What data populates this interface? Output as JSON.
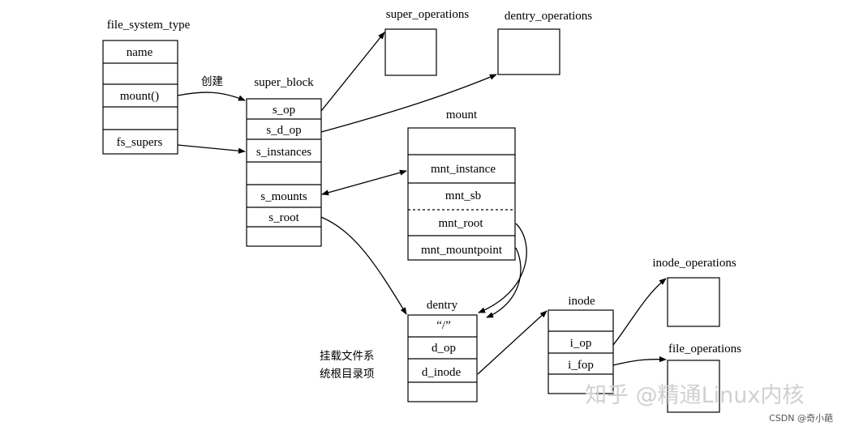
{
  "structs": {
    "file_system_type": {
      "title": "file_system_type",
      "rows": [
        "name",
        "",
        "mount()",
        "",
        "fs_supers"
      ]
    },
    "super_block": {
      "title": "super_block",
      "rows": [
        "s_op",
        "s_d_op",
        "s_instances",
        "",
        "s_mounts",
        "s_root",
        ""
      ]
    },
    "mount": {
      "title": "mount",
      "rows": [
        "",
        "mnt_instance",
        "mnt_sb",
        "mnt_root",
        "mnt_mountpoint"
      ]
    },
    "dentry": {
      "title": "dentry",
      "rows": [
        "“/”",
        "d_op",
        "d_inode",
        ""
      ]
    },
    "inode": {
      "title": "inode",
      "rows": [
        "",
        "i_op",
        "i_fop",
        ""
      ]
    },
    "super_operations": {
      "title": "super_operations"
    },
    "dentry_operations": {
      "title": "dentry_operations"
    },
    "inode_operations": {
      "title": "inode_operations"
    },
    "file_operations": {
      "title": "file_operations"
    }
  },
  "labels": {
    "create": "创建",
    "mount_root_line1": "挂载文件系",
    "mount_root_line2": "统根目录项"
  },
  "watermark": {
    "main": "知乎 @精通Linux内核",
    "corner": "CSDN @奇小葩"
  }
}
